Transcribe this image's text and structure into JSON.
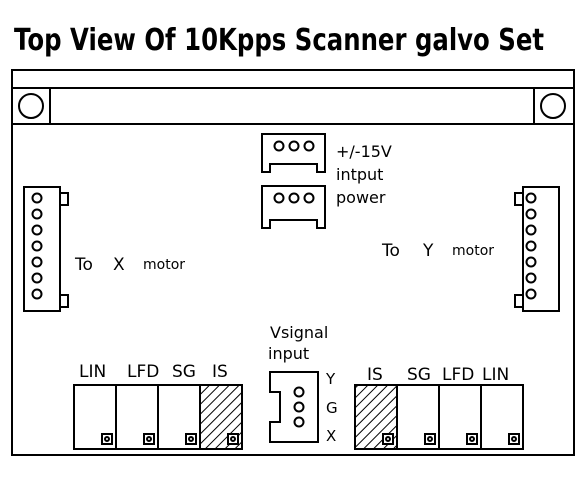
{
  "title": "Top View Of 10Kpps Scanner galvo Set",
  "power": {
    "label_lines": [
      "+/-15V",
      "intput",
      "power"
    ]
  },
  "x_motor": {
    "label_to": "To",
    "label_axis": "X",
    "label_word": "motor",
    "pin_count": 7
  },
  "y_motor": {
    "label_to": "To",
    "label_axis": "Y",
    "label_word": "motor",
    "pin_count": 7
  },
  "vsignal": {
    "label_lines": [
      "Vsignal",
      "input"
    ],
    "pins": [
      "Y",
      "G",
      "X"
    ]
  },
  "left_terminals": [
    "LIN",
    "LFD",
    "SG",
    "IS"
  ],
  "right_terminals": [
    "IS",
    "SG",
    "LFD",
    "LIN"
  ],
  "colors": {
    "line": "#000000",
    "background": "#ffffff"
  }
}
